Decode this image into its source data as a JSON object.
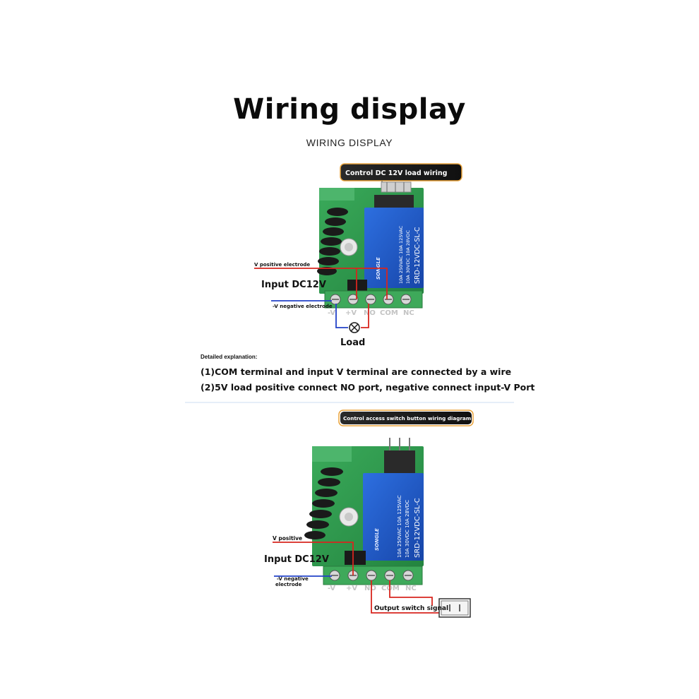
{
  "header": {
    "title": "Wiring display",
    "subtitle": "WIRING DISPLAY"
  },
  "diagram1": {
    "banner": "Control DC 12V load wiring",
    "v_positive": "V positive electrode",
    "v_negative": "-V negative electrode",
    "input": "Input DC12V",
    "load": "Load",
    "terminals": [
      "-V",
      "+V",
      "NO",
      "COM",
      "NC"
    ]
  },
  "explanation": {
    "heading": "Detailed explanation:",
    "lines": [
      "(1)COM terminal and input V terminal are connected by a wire",
      "(2)5V load positive connect NO port, negative connect input-V Port"
    ]
  },
  "diagram2": {
    "banner": "Control access switch button wiring diagram",
    "v_positive": "V positive",
    "v_negative_1": "-V negative",
    "v_negative_2": "electrode",
    "input": "Input DC12V",
    "output": "Output switch signal",
    "terminals": [
      "-V",
      "+V",
      "NO",
      "COM",
      "NC"
    ]
  },
  "relay": {
    "brand": "SONGLE",
    "rating1": "10A 250VAC 10A 125VAC",
    "rating2": "10A 30VDC 10A 28VDC",
    "model": "SRD-12VDC-SL-C"
  },
  "colors": {
    "board": "#2f9a4e",
    "relay": "#1f57c4",
    "terminal": "#3ea95a",
    "positive_wire": "#d8261e",
    "negative_wire": "#2242c8",
    "banner_border": "#e8a23a"
  }
}
